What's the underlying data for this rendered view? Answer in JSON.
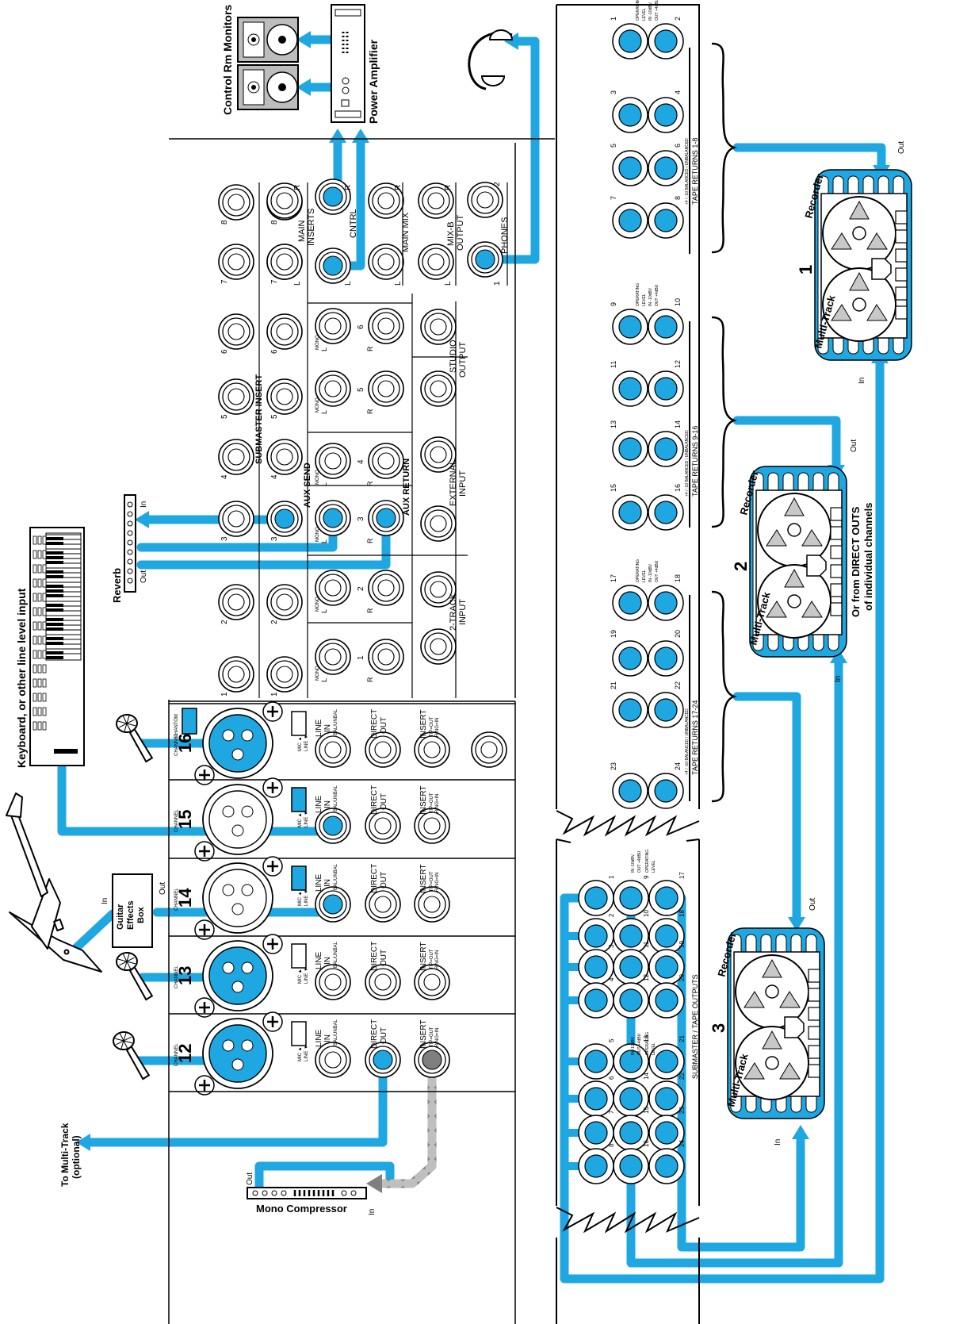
{
  "colors": {
    "cable": "#1ea7e1",
    "insert_cable": "#7f7f7f",
    "outline": "#000000",
    "reel_gray": "#c8c8c8"
  },
  "labels": {
    "control_room_monitors": "Control Rm Monitors",
    "power_amplifier": "Power Amplifier",
    "keyboard": "Keyboard, or other line level input",
    "reverb": "Reverb",
    "guitar_effects": [
      "Guitar",
      "Effects",
      "Box"
    ],
    "mono_compressor": "Mono Compressor",
    "to_multitrack": [
      "To Multi-Track",
      "(optional)"
    ],
    "in": "In",
    "out": "Out",
    "direct_outs_note": [
      "Or from DIRECT OUTS",
      "of individual channels"
    ],
    "recorder": "Recorder",
    "multitrack": "Multi-Track"
  },
  "rear_panel": {
    "submaster_insert": "SUBMASTER INSERT",
    "aux_send": "AUX SEND",
    "aux_return": "AUX RETURN",
    "main_inserts": [
      "MAIN",
      "INSERTS"
    ],
    "cntrl": "CNTRL",
    "main_mix": "MAIN MIX",
    "mix_b_output": [
      "MIX-B",
      "OUTPUT"
    ],
    "phones": "PHONES",
    "studio_output": [
      "STUDIO",
      "OUTPUT"
    ],
    "external_input": [
      "EXTERNAL",
      "INPUT"
    ],
    "two_track_input": [
      "2-TRACK",
      "INPUT"
    ],
    "mono": "MONO",
    "left": "L",
    "right": "R",
    "jack_numbers": [
      "1",
      "2",
      "3",
      "4",
      "5",
      "6",
      "7",
      "8"
    ]
  },
  "channels": [
    {
      "number": "16",
      "phantom": "PHANTOM"
    },
    {
      "number": "15"
    },
    {
      "number": "14"
    },
    {
      "number": "13"
    },
    {
      "number": "12"
    }
  ],
  "channel_labels": {
    "channel": "CHANNEL",
    "mic_line": [
      "MIC ▲",
      "LINE ▼"
    ],
    "line_in": [
      "LINE",
      "IN",
      "BAL/UNBAL"
    ],
    "direct_out": [
      "DIRECT",
      "OUT"
    ],
    "insert": [
      "INSERT",
      "TIP=OUT",
      "RING=IN"
    ]
  },
  "tape_returns": {
    "groups": [
      {
        "title": "TAPE RETURNS 1-8",
        "jacks": [
          "1",
          "2",
          "3",
          "4",
          "5",
          "6",
          "7",
          "8"
        ]
      },
      {
        "title": "TAPE RETURNS 9-16",
        "jacks": [
          "9",
          "10",
          "11",
          "12",
          "13",
          "14",
          "15",
          "16"
        ]
      },
      {
        "title": "TAPE RETURNS 17-24",
        "jacks": [
          "17",
          "18",
          "19",
          "20",
          "21",
          "22",
          "23",
          "24"
        ]
      }
    ],
    "operating_level": [
      "OPERATING",
      "LEVEL",
      "IN -10dBV",
      "OUT +4dBU"
    ],
    "balanced_note": "+4 / -10 BALANCED / UNBALANCED"
  },
  "tape_outputs": {
    "title": "SUBMASTER / TAPE OUTPUTS",
    "jacks": [
      "1",
      "2",
      "3",
      "4",
      "5",
      "6",
      "7",
      "8",
      "9",
      "10",
      "11",
      "12",
      "13",
      "14",
      "15",
      "16",
      "17",
      "18",
      "19",
      "20",
      "21",
      "22",
      "23",
      "24"
    ],
    "operating_level": [
      "IN -10dBV",
      "OUT +4dBU",
      "OPERATING",
      "LEVEL"
    ]
  },
  "recorders": [
    {
      "number": "1"
    },
    {
      "number": "2"
    },
    {
      "number": "3"
    }
  ]
}
